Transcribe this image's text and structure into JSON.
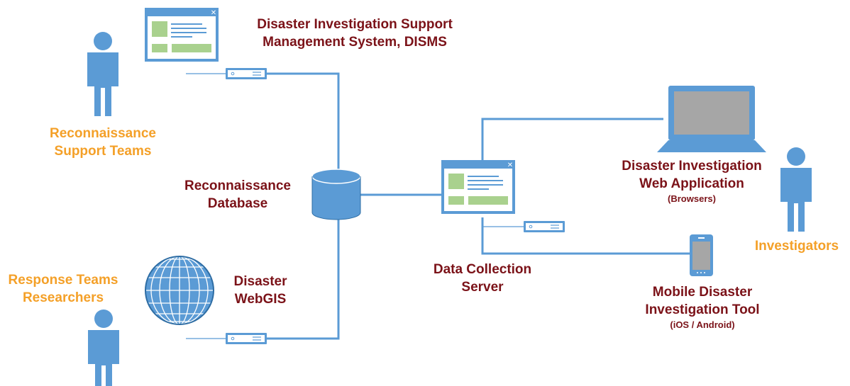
{
  "colors": {
    "line": "#5b9bd5",
    "title_text": "#7b1218",
    "people_text": "#f4a028",
    "panel_green": "#a9d18e"
  },
  "icons": [
    "person-icon",
    "app-window-icon",
    "database-icon",
    "globe-icon",
    "laptop-icon",
    "smartphone-icon",
    "connector-icon"
  ],
  "nodes": {
    "disms": {
      "line1": "Disaster Investigation Support",
      "line2": "Management System, DISMS"
    },
    "recon_db": {
      "line1": "Reconnaissance",
      "line2": "Database"
    },
    "webgis": {
      "line1": "Disaster",
      "line2": "WebGIS"
    },
    "collection_server": {
      "line1": "Data Collection",
      "line2": "Server"
    },
    "web_app": {
      "line1": "Disaster Investigation",
      "line2": "Web Application",
      "sub": "(Browsers)"
    },
    "mobile_tool": {
      "line1": "Mobile Disaster",
      "line2": "Investigation Tool",
      "sub": "(iOS / Android)"
    }
  },
  "actors": {
    "support_teams": {
      "line1": "Reconnaissance",
      "line2": "Support Teams"
    },
    "response_teams": {
      "line1": "Response Teams",
      "line2": "Researchers"
    },
    "investigators": {
      "label": "Investigators"
    }
  }
}
